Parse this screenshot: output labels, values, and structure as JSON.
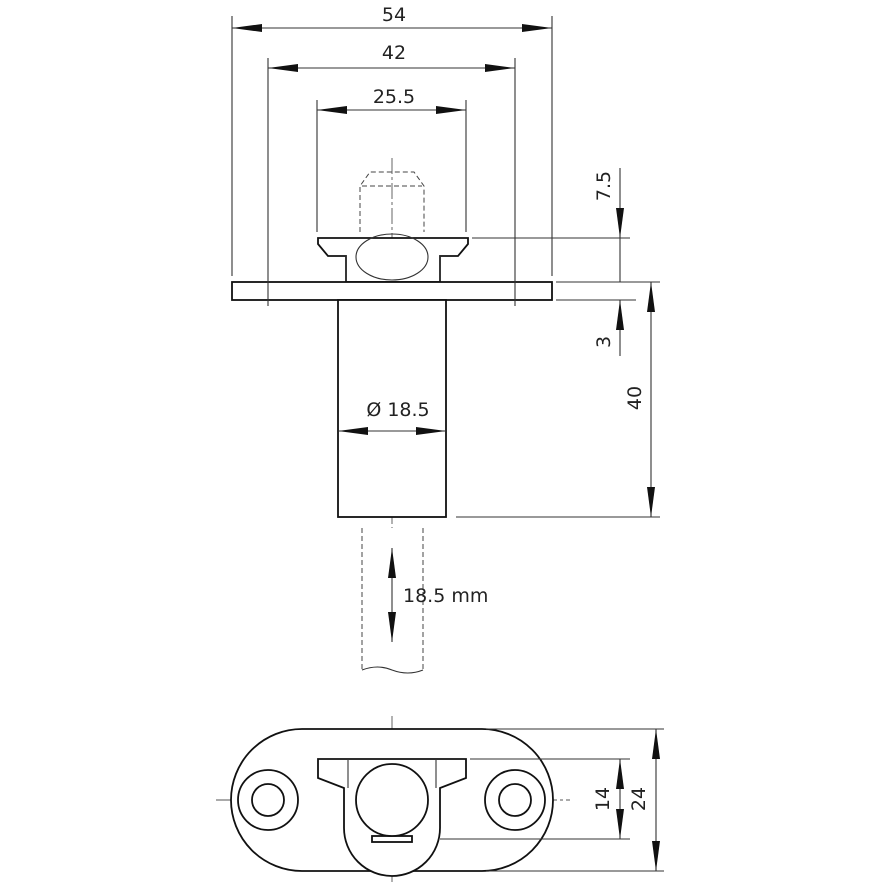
{
  "dimensions": {
    "width_54": "54",
    "width_42": "42",
    "width_25_5": "25.5",
    "height_7_5": "7.5",
    "height_3": "3",
    "height_40": "40",
    "diameter": "Ø 18.5",
    "stroke": "18.5 mm",
    "height_14": "14",
    "height_24": "24"
  }
}
